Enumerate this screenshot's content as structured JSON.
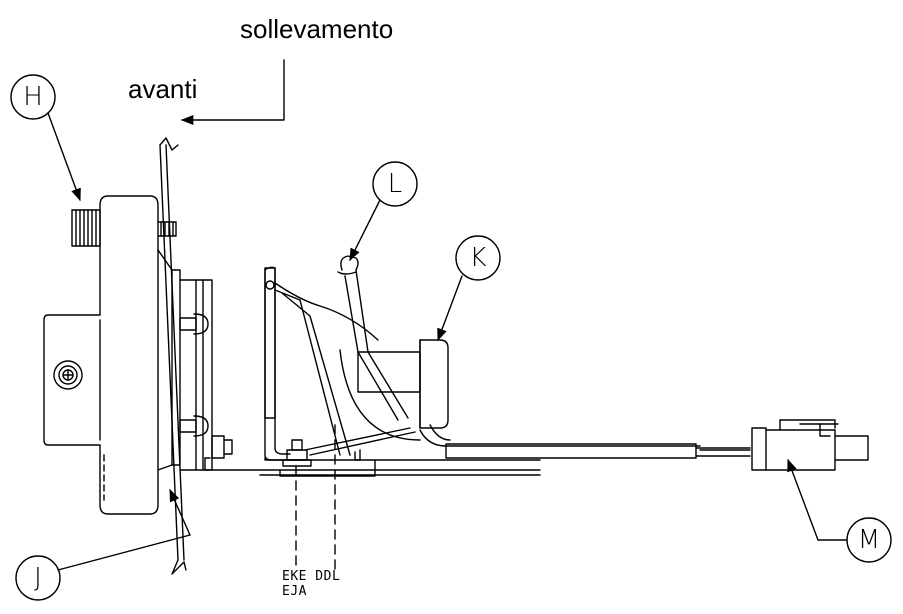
{
  "directions": {
    "lift": "sollevamento",
    "forward": "avanti"
  },
  "callouts": {
    "H": "H",
    "J": "J",
    "K": "K",
    "L": "L",
    "M": "M"
  },
  "codes": {
    "line1": "EKE DDL",
    "line2": "EJA"
  },
  "colors": {
    "ink": "#000000",
    "paper": "#ffffff"
  }
}
